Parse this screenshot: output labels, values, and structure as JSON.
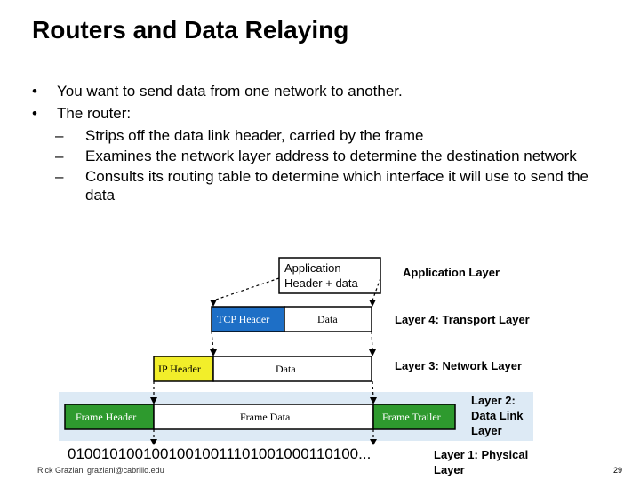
{
  "title": "Routers and Data Relaying",
  "bullets": [
    {
      "text": "You want to send data from one network to another."
    },
    {
      "text": "The router:",
      "sub": [
        "Strips off the data link header, carried by the frame",
        "Examines the network layer address to determine the destination network",
        "Consults its routing table to determine which interface it will use to send the data"
      ]
    }
  ],
  "bullet_glyph": "•",
  "dash_glyph": "–",
  "diagram": {
    "app_box": [
      "Application",
      "Header + data"
    ],
    "tcp_header": "TCP Header",
    "tcp_data": "Data",
    "ip_header": "IP Header",
    "ip_data": "Data",
    "frame_header": "Frame Header",
    "frame_data": "Frame Data",
    "frame_trailer": "Frame Trailer",
    "bits": "01001010010010010011101001000110100...",
    "layer_labels": {
      "application": "Application Layer",
      "transport": "Layer 4: Transport Layer",
      "network": "Layer 3: Network Layer",
      "datalink": [
        "Layer 2:",
        "Data Link",
        "Layer"
      ],
      "physical": [
        "Layer 1: Physical",
        "Layer"
      ]
    },
    "colors": {
      "tcp": "#1e6fc6",
      "ip": "#f2ee2a",
      "frame": "#2e9a2e",
      "band": "#ddeaf5"
    }
  },
  "footer": {
    "author": "Rick Graziani graziani@cabrillo.edu",
    "page": "29"
  }
}
